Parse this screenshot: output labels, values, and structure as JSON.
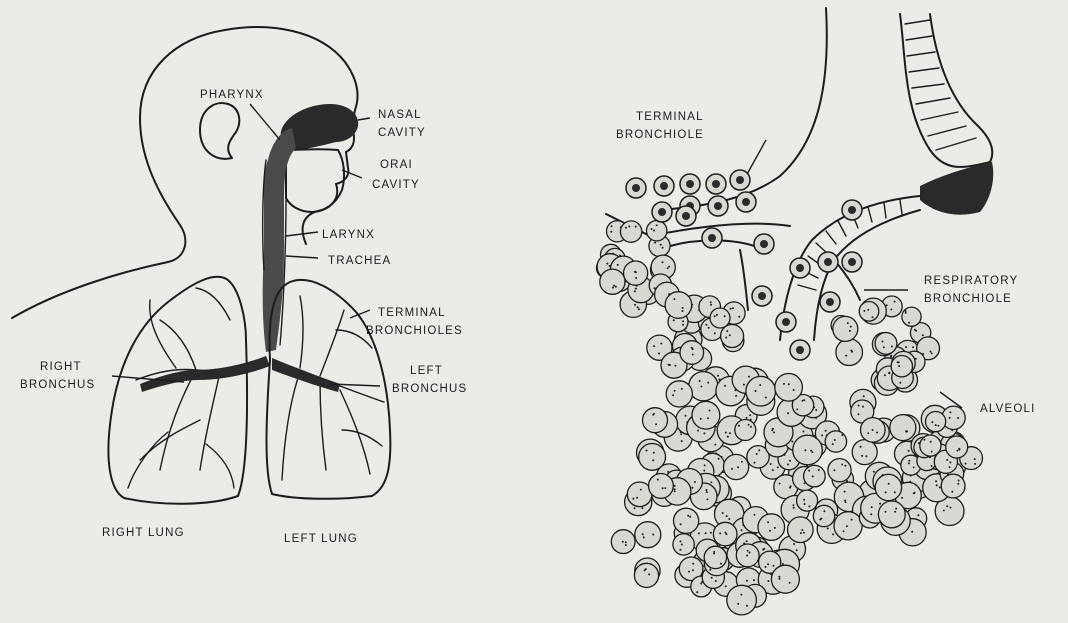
{
  "figures": {
    "overview": {
      "labels": {
        "pharynx": "PHARYNX",
        "nasal_cavity_1": "NASAL",
        "nasal_cavity_2": "CAVITY",
        "oral_cavity_1": "ORAI",
        "oral_cavity_2": "CAVITY",
        "larynx": "LARYNX",
        "trachea": "TRACHEA",
        "terminal_bronchioles_1": "TERMINAL",
        "terminal_bronchioles_2": "BRONCHIOLES",
        "right_bronchus_1": "RIGHT",
        "right_bronchus_2": "BRONCHUS",
        "left_bronchus_1": "LEFT",
        "left_bronchus_2": "BRONCHUS",
        "right_lung": "RIGHT  LUNG",
        "left_lung": "LEFT LUNG"
      }
    },
    "detail": {
      "labels": {
        "terminal_bronchiole_1": "TERMINAL",
        "terminal_bronchiole_2": "BRONCHIOLE",
        "respiratory_bronchiole_1": "RESPIRATORY",
        "respiratory_bronchiole_2": "BRONCHIOLE",
        "alveoli": "ALVEOLI"
      }
    }
  },
  "colors": {
    "paper": "#ebebe7",
    "ink": "#1c1c1c"
  }
}
